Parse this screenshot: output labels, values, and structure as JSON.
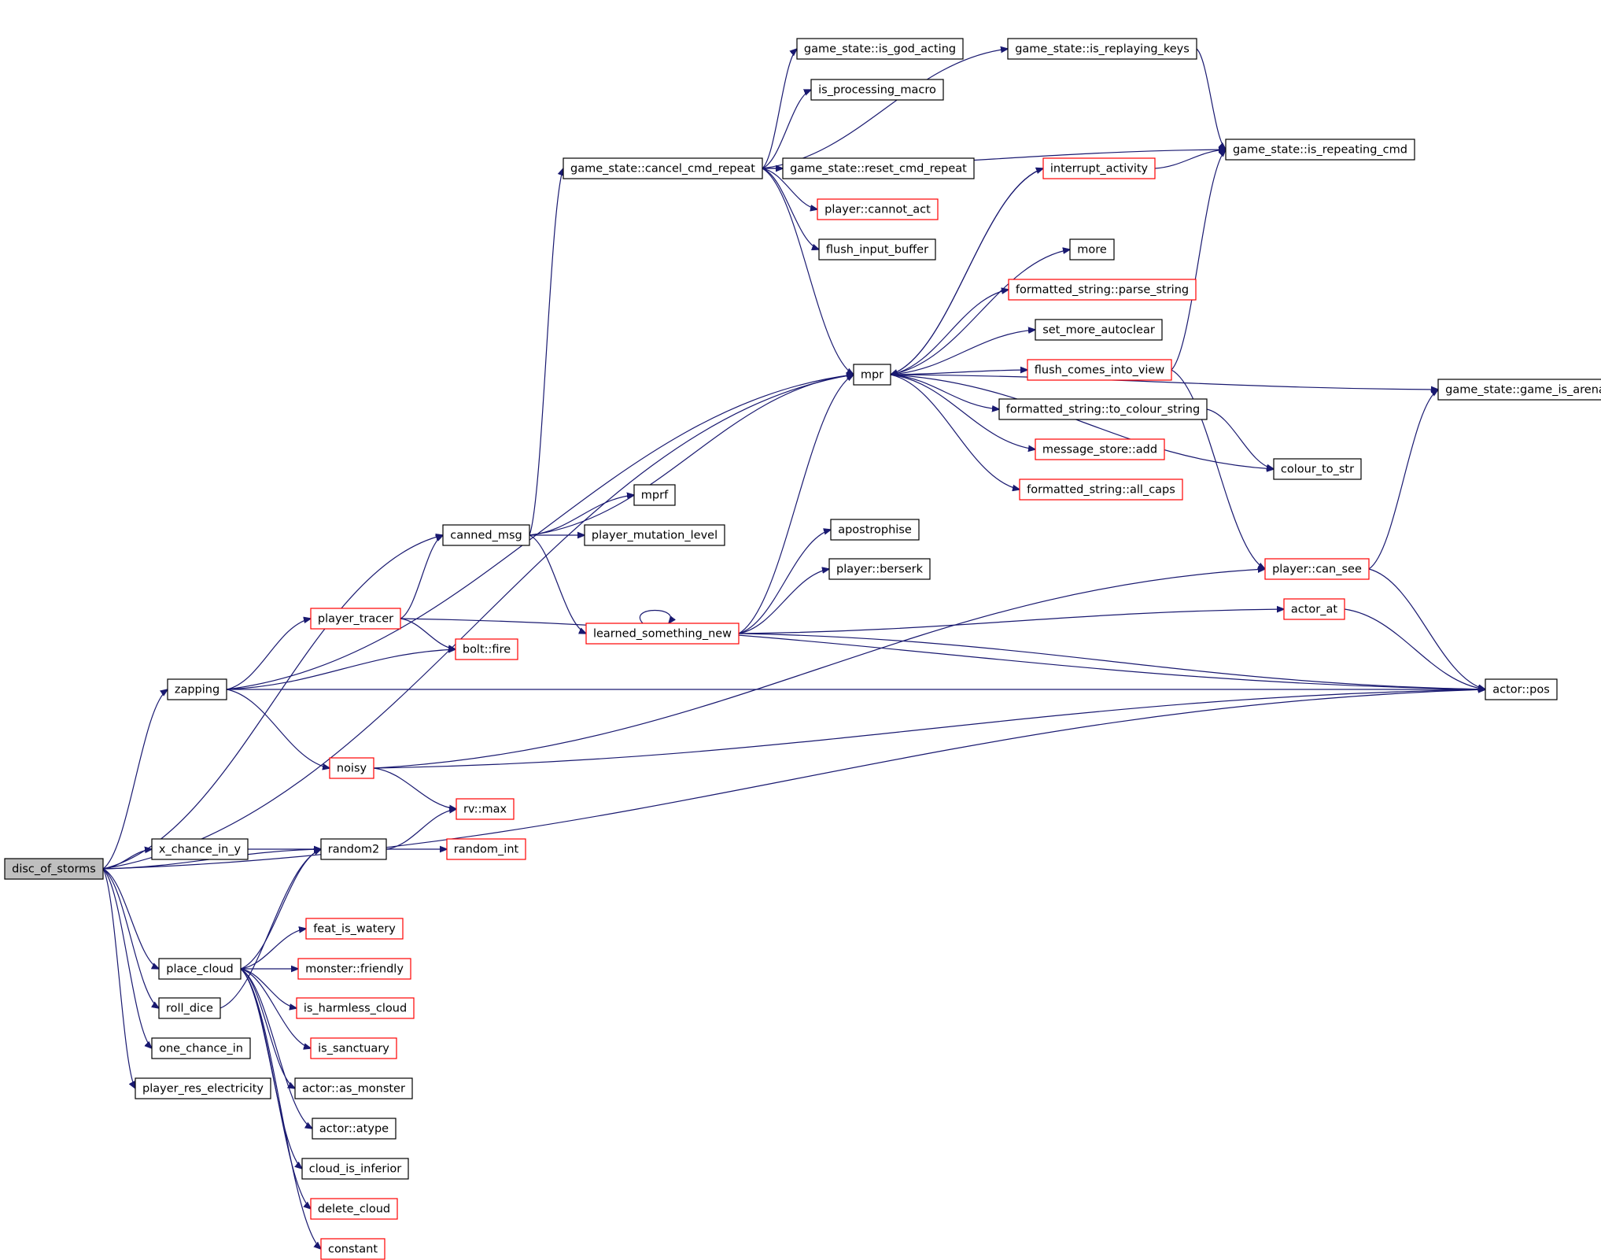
{
  "graph": {
    "root": "disc_of_storms",
    "colors": {
      "edge": "#191970",
      "root_fill": "#bfbfbf",
      "node_fill": "#ffffff",
      "black_border": "#000000",
      "red_border": "#ff0000"
    },
    "nodes": [
      {
        "id": "disc_of_storms",
        "label": "disc_of_storms",
        "border": "black",
        "root": true
      },
      {
        "id": "game_state_is_god_acting",
        "label": "game_state::is_god_acting",
        "border": "black"
      },
      {
        "id": "game_state_is_replaying_keys",
        "label": "game_state::is_replaying_keys",
        "border": "black"
      },
      {
        "id": "is_processing_macro",
        "label": "is_processing_macro",
        "border": "black"
      },
      {
        "id": "game_state_is_repeating_cmd",
        "label": "game_state::is_repeating_cmd",
        "border": "black"
      },
      {
        "id": "game_state_cancel_cmd_repeat",
        "label": "game_state::cancel_cmd_repeat",
        "border": "black"
      },
      {
        "id": "game_state_reset_cmd_repeat",
        "label": "game_state::reset_cmd_repeat",
        "border": "black"
      },
      {
        "id": "interrupt_activity",
        "label": "interrupt_activity",
        "border": "red"
      },
      {
        "id": "player_cannot_act",
        "label": "player::cannot_act",
        "border": "red"
      },
      {
        "id": "flush_input_buffer",
        "label": "flush_input_buffer",
        "border": "black"
      },
      {
        "id": "more",
        "label": "more",
        "border": "black"
      },
      {
        "id": "formatted_string_parse_string",
        "label": "formatted_string::parse_string",
        "border": "red"
      },
      {
        "id": "set_more_autoclear",
        "label": "set_more_autoclear",
        "border": "black"
      },
      {
        "id": "mpr",
        "label": "mpr",
        "border": "black"
      },
      {
        "id": "flush_comes_into_view",
        "label": "flush_comes_into_view",
        "border": "red"
      },
      {
        "id": "game_state_game_is_arena",
        "label": "game_state::game_is_arena",
        "border": "black"
      },
      {
        "id": "formatted_string_to_colour_string",
        "label": "formatted_string::to_colour_string",
        "border": "black"
      },
      {
        "id": "message_store_add",
        "label": "message_store::add",
        "border": "red"
      },
      {
        "id": "colour_to_str",
        "label": "colour_to_str",
        "border": "black"
      },
      {
        "id": "formatted_string_all_caps",
        "label": "formatted_string::all_caps",
        "border": "red"
      },
      {
        "id": "mprf",
        "label": "mprf",
        "border": "black"
      },
      {
        "id": "apostrophise",
        "label": "apostrophise",
        "border": "black"
      },
      {
        "id": "canned_msg",
        "label": "canned_msg",
        "border": "black"
      },
      {
        "id": "player_mutation_level",
        "label": "player_mutation_level",
        "border": "black"
      },
      {
        "id": "player_can_see",
        "label": "player::can_see",
        "border": "red"
      },
      {
        "id": "player_berserk",
        "label": "player::berserk",
        "border": "black"
      },
      {
        "id": "actor_at",
        "label": "actor_at",
        "border": "red"
      },
      {
        "id": "player_tracer",
        "label": "player_tracer",
        "border": "red"
      },
      {
        "id": "learned_something_new",
        "label": "learned_something_new",
        "border": "red"
      },
      {
        "id": "bolt_fire",
        "label": "bolt::fire",
        "border": "red"
      },
      {
        "id": "zapping",
        "label": "zapping",
        "border": "black"
      },
      {
        "id": "actor_pos",
        "label": "actor::pos",
        "border": "black"
      },
      {
        "id": "noisy",
        "label": "noisy",
        "border": "red"
      },
      {
        "id": "rv_max",
        "label": "rv::max",
        "border": "red"
      },
      {
        "id": "x_chance_in_y",
        "label": "x_chance_in_y",
        "border": "black"
      },
      {
        "id": "random2",
        "label": "random2",
        "border": "black"
      },
      {
        "id": "random_int",
        "label": "random_int",
        "border": "red"
      },
      {
        "id": "feat_is_watery",
        "label": "feat_is_watery",
        "border": "red"
      },
      {
        "id": "place_cloud",
        "label": "place_cloud",
        "border": "black"
      },
      {
        "id": "monster_friendly",
        "label": "monster::friendly",
        "border": "red"
      },
      {
        "id": "roll_dice",
        "label": "roll_dice",
        "border": "black"
      },
      {
        "id": "is_harmless_cloud",
        "label": "is_harmless_cloud",
        "border": "red"
      },
      {
        "id": "one_chance_in",
        "label": "one_chance_in",
        "border": "black"
      },
      {
        "id": "is_sanctuary",
        "label": "is_sanctuary",
        "border": "red"
      },
      {
        "id": "player_res_electricity",
        "label": "player_res_electricity",
        "border": "black"
      },
      {
        "id": "actor_as_monster",
        "label": "actor::as_monster",
        "border": "black"
      },
      {
        "id": "actor_atype",
        "label": "actor::atype",
        "border": "black"
      },
      {
        "id": "cloud_is_inferior",
        "label": "cloud_is_inferior",
        "border": "black"
      },
      {
        "id": "delete_cloud",
        "label": "delete_cloud",
        "border": "red"
      },
      {
        "id": "constant",
        "label": "constant",
        "border": "red"
      }
    ],
    "edges": [
      [
        "disc_of_storms",
        "mpr"
      ],
      [
        "disc_of_storms",
        "canned_msg"
      ],
      [
        "disc_of_storms",
        "zapping"
      ],
      [
        "disc_of_storms",
        "random2"
      ],
      [
        "disc_of_storms",
        "x_chance_in_y"
      ],
      [
        "disc_of_storms",
        "actor_pos"
      ],
      [
        "disc_of_storms",
        "place_cloud"
      ],
      [
        "disc_of_storms",
        "roll_dice"
      ],
      [
        "disc_of_storms",
        "one_chance_in"
      ],
      [
        "disc_of_storms",
        "player_res_electricity"
      ],
      [
        "game_state_cancel_cmd_repeat",
        "game_state_is_god_acting"
      ],
      [
        "game_state_cancel_cmd_repeat",
        "game_state_is_replaying_keys"
      ],
      [
        "game_state_cancel_cmd_repeat",
        "is_processing_macro"
      ],
      [
        "game_state_cancel_cmd_repeat",
        "game_state_is_repeating_cmd"
      ],
      [
        "game_state_cancel_cmd_repeat",
        "game_state_reset_cmd_repeat"
      ],
      [
        "game_state_cancel_cmd_repeat",
        "player_cannot_act"
      ],
      [
        "game_state_cancel_cmd_repeat",
        "flush_input_buffer"
      ],
      [
        "game_state_cancel_cmd_repeat",
        "mpr"
      ],
      [
        "game_state_is_replaying_keys",
        "game_state_is_repeating_cmd"
      ],
      [
        "interrupt_activity",
        "game_state_is_repeating_cmd"
      ],
      [
        "interrupt_activity",
        "mpr"
      ],
      [
        "mpr",
        "interrupt_activity"
      ],
      [
        "mpr",
        "more"
      ],
      [
        "mpr",
        "formatted_string_parse_string"
      ],
      [
        "mpr",
        "set_more_autoclear"
      ],
      [
        "mpr",
        "flush_comes_into_view"
      ],
      [
        "mpr",
        "formatted_string_to_colour_string"
      ],
      [
        "mpr",
        "message_store_add"
      ],
      [
        "mpr",
        "formatted_string_all_caps"
      ],
      [
        "mpr",
        "game_state_game_is_arena"
      ],
      [
        "mpr",
        "colour_to_str"
      ],
      [
        "flush_comes_into_view",
        "game_state_is_repeating_cmd"
      ],
      [
        "flush_comes_into_view",
        "player_can_see"
      ],
      [
        "formatted_string_to_colour_string",
        "colour_to_str"
      ],
      [
        "player_can_see",
        "game_state_game_is_arena"
      ],
      [
        "player_can_see",
        "actor_pos"
      ],
      [
        "canned_msg",
        "game_state_cancel_cmd_repeat"
      ],
      [
        "canned_msg",
        "mpr"
      ],
      [
        "canned_msg",
        "mprf"
      ],
      [
        "canned_msg",
        "player_mutation_level"
      ],
      [
        "canned_msg",
        "learned_something_new"
      ],
      [
        "learned_something_new",
        "learned_something_new"
      ],
      [
        "learned_something_new",
        "mpr"
      ],
      [
        "learned_something_new",
        "apostrophise"
      ],
      [
        "learned_something_new",
        "player_berserk"
      ],
      [
        "learned_something_new",
        "actor_at"
      ],
      [
        "learned_something_new",
        "actor_pos"
      ],
      [
        "actor_at",
        "actor_pos"
      ],
      [
        "player_tracer",
        "canned_msg"
      ],
      [
        "player_tracer",
        "bolt_fire"
      ],
      [
        "player_tracer",
        "actor_pos"
      ],
      [
        "zapping",
        "mpr"
      ],
      [
        "zapping",
        "player_tracer"
      ],
      [
        "zapping",
        "bolt_fire"
      ],
      [
        "zapping",
        "noisy"
      ],
      [
        "zapping",
        "actor_pos"
      ],
      [
        "noisy",
        "player_can_see"
      ],
      [
        "noisy",
        "rv_max"
      ],
      [
        "noisy",
        "actor_pos"
      ],
      [
        "x_chance_in_y",
        "random2"
      ],
      [
        "random2",
        "rv_max"
      ],
      [
        "random2",
        "random_int"
      ],
      [
        "place_cloud",
        "random2"
      ],
      [
        "place_cloud",
        "feat_is_watery"
      ],
      [
        "place_cloud",
        "monster_friendly"
      ],
      [
        "place_cloud",
        "is_harmless_cloud"
      ],
      [
        "place_cloud",
        "is_sanctuary"
      ],
      [
        "place_cloud",
        "actor_as_monster"
      ],
      [
        "place_cloud",
        "actor_atype"
      ],
      [
        "place_cloud",
        "cloud_is_inferior"
      ],
      [
        "place_cloud",
        "delete_cloud"
      ],
      [
        "place_cloud",
        "constant"
      ],
      [
        "roll_dice",
        "random2"
      ]
    ]
  }
}
